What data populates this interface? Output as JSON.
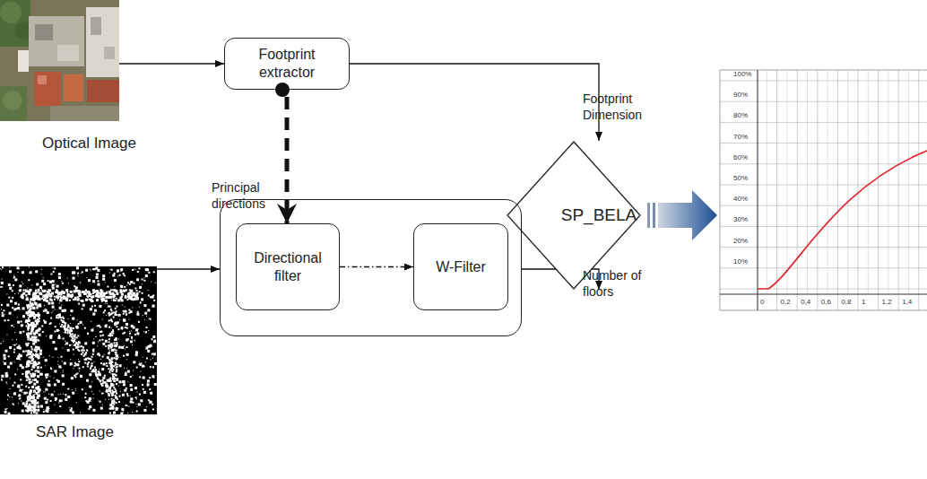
{
  "diagram": {
    "nodes": [
      {
        "text": [
          "Optical Image"
        ]
      },
      {
        "text": [
          "Footprint extractor"
        ]
      },
      {
        "text": [
          "SP_BELA"
        ]
      },
      {
        "text": []
      },
      {
        "text": [
          "Directional filter"
        ],
        "in": 3
      },
      {
        "text": [
          "W-Filter"
        ],
        "in": 3
      },
      {
        "text": [
          "SAR Image"
        ]
      }
    ],
    "edges": [
      {
        "from": 0,
        "to": 1,
        "arrow": "to"
      },
      {
        "from": 1,
        "to": 2,
        "label": "Footprint Dimension",
        "arrow": "to"
      },
      {
        "from": 1,
        "to": 4,
        "label": "Principal directions",
        "arrow": "to"
      },
      {
        "from": 6,
        "to": 3,
        "arrow": "to"
      },
      {
        "from": 4,
        "to": 5,
        "arrow": "to"
      },
      {
        "from": 3,
        "to": 2,
        "label": "Number of floors",
        "arrow": "to"
      }
    ],
    "labels": [
      "100%",
      "90%",
      "80%",
      "70%",
      "60%",
      "50%",
      "40%",
      "30%",
      "20%",
      "10%",
      "0",
      "0,2",
      "0,4",
      "0,6",
      "0,8",
      "1",
      "1,2",
      "1,4"
    ]
  }
}
